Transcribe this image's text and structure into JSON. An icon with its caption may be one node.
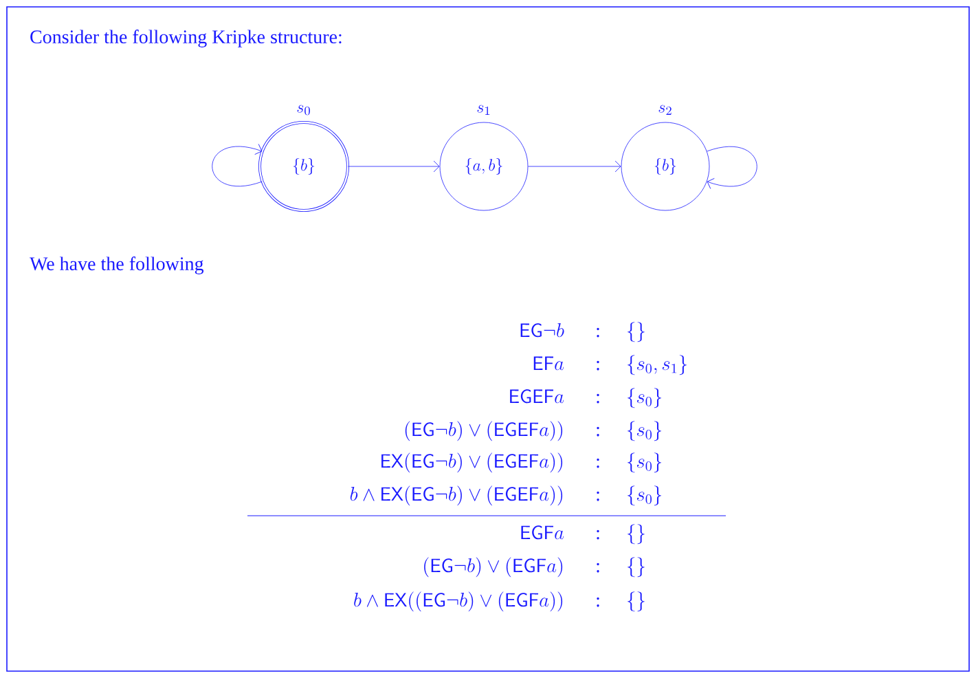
{
  "diagram": {
    "title": "Consider the following Kripke structure:",
    "nodes": [
      {
        "text": [
          "\\{b\\}"
        ],
        "beside": [
          "s_0"
        ]
      },
      {
        "text": [
          "\\{a,b\\}"
        ],
        "beside": [
          "s_1"
        ]
      },
      {
        "text": [
          "\\{b\\}"
        ],
        "beside": [
          "s_2"
        ]
      }
    ],
    "edges": [
      {
        "from": 0,
        "to": 0,
        "arrow": "to"
      },
      {
        "from": 0,
        "to": 1,
        "arrow": "to"
      },
      {
        "from": 1,
        "to": 2,
        "arrow": "to"
      },
      {
        "from": 2,
        "to": 2,
        "arrow": "to"
      }
    ],
    "labels": [
      "We have the following",
      "\\mathsf{EG}\\neg b",
      ":",
      "\\{\\}",
      "\\mathsf{EF}a",
      ":",
      "\\{s_0,s_1\\}",
      "\\mathsf{EGEF}a",
      ":",
      "\\{s_0\\}",
      "(\\mathsf{EG}\\neg b)\\vee(\\mathsf{EGEF}a))",
      ":",
      "\\{s_0\\}",
      "\\mathsf{EX}(\\mathsf{EG}\\neg b)\\vee(\\mathsf{EGEF}a))",
      ":",
      "\\{s_0\\}",
      "b\\wedge\\mathsf{EX}(\\mathsf{EG}\\neg b)\\vee(\\mathsf{EGEF}a))",
      ":",
      "\\{s_0\\}",
      "\\mathsf{EGF}a",
      ":",
      "\\{\\}",
      "(\\mathsf{EG}\\neg b)\\vee(\\mathsf{EGF}a)",
      ":",
      "\\{\\}",
      "b\\wedge\\mathsf{EX}((\\mathsf{EG}\\neg b)\\vee(\\mathsf{EGF}a))",
      ":",
      "\\{\\}"
    ]
  }
}
